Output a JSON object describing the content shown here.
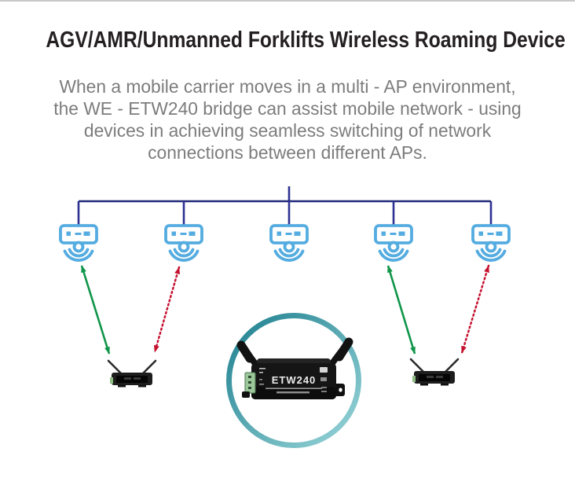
{
  "header": {
    "title": "AGV/AMR/Unmanned Forklifts Wireless Roaming Device"
  },
  "description": {
    "lines": [
      "When a mobile carrier moves in a multi - AP environment,",
      "the WE - ETW240 bridge can assist mobile network - using",
      "devices in achieving seamless switching of network",
      "connections between different APs."
    ]
  },
  "diagram": {
    "access_point_count": 5,
    "device_label": "ETW240"
  },
  "colors": {
    "top-border": "#c9c9c9",
    "title-color": "#241f20",
    "paragraph-color": "#7c7c7c",
    "ap-blue": "#54ace0",
    "bus-navy": "#1f2878",
    "stem-indigo": "#2e3192",
    "arrow-green": "#0f9549",
    "arrow-red": "#c51230",
    "ring-teal-dark": "#1d7f8e",
    "ring-teal-light": "#9ad6da"
  }
}
